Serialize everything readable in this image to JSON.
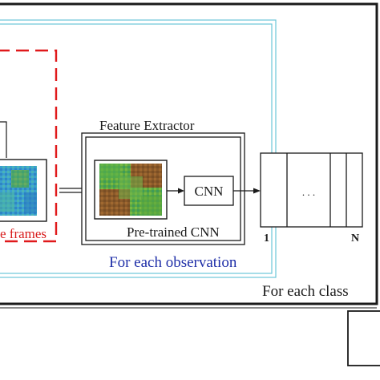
{
  "labels": {
    "frames_partial": "e frames",
    "feature_extractor": "Feature Extractor",
    "cnn": "CNN",
    "pretrained_cnn": "Pre-trained CNN",
    "for_each_observation": "For each observation",
    "for_each_class": "For each class",
    "vector_first": "1",
    "vector_ellipsis": ". . .",
    "vector_last": "N"
  },
  "colors": {
    "frame_border": "#1a1a1a",
    "observation_box": "#6cc6d8",
    "frames_dash": "#e0191b",
    "frames_text": "#d81b1b",
    "observation_text": "#1f2fa8",
    "heatmap_blue": "#2a88c8",
    "heatmap_green": "#5fae3a",
    "heatmap_brown": "#8b5a2b"
  }
}
